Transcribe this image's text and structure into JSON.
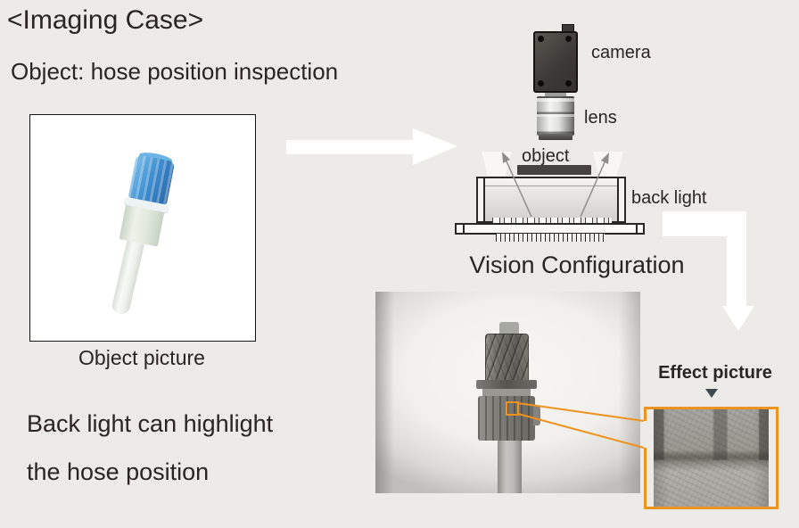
{
  "slide": {
    "title": "<Imaging Case>",
    "subtitle": "Object: hose position inspection",
    "object_picture_caption": "Object picture",
    "conclusion_line1": "Back light can highlight",
    "conclusion_line2": "the hose position"
  },
  "diagram": {
    "caption": "Vision Configuration",
    "camera_label": "camera",
    "lens_label": "lens",
    "object_label": "object",
    "back_light_label": "back light"
  },
  "effect": {
    "label": "Effect picture"
  },
  "colors": {
    "background": "#ecebe7",
    "text": "#2a2422",
    "accent_orange": "#ef9320",
    "arrow_white": "#ffffff",
    "pointer_teal": "#3e4b4e",
    "camera_body": "#3b3835",
    "object_cap_blue": "#4192d4"
  }
}
